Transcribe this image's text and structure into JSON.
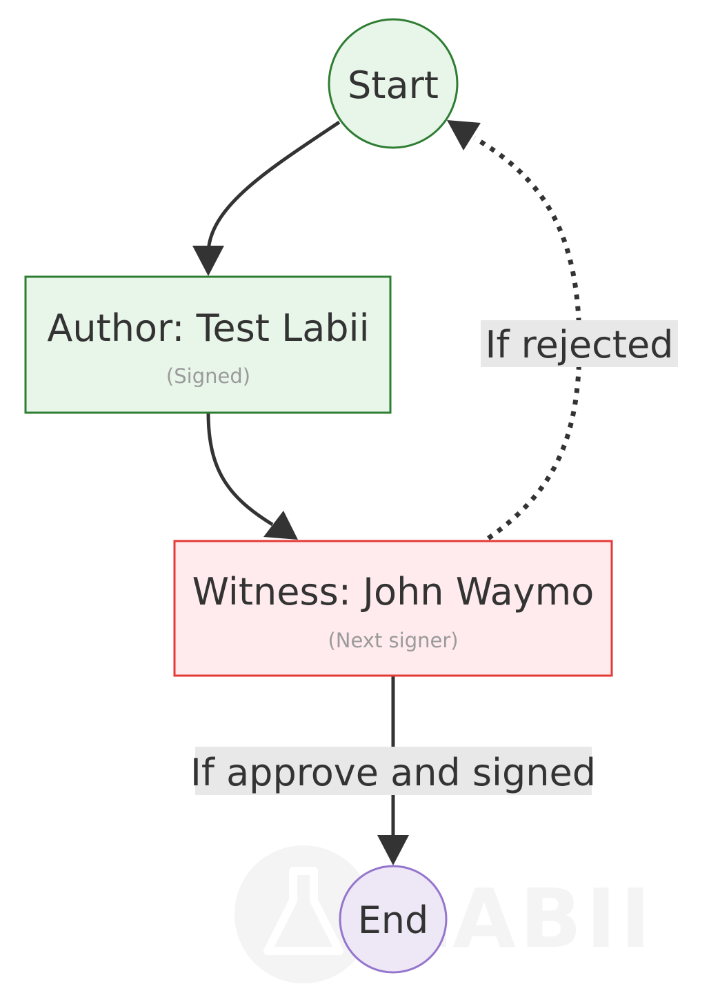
{
  "diagram": {
    "nodes": {
      "start": {
        "label": "Start",
        "fill": "#e8f5e9",
        "stroke": "#2e7d32"
      },
      "author": {
        "label": "Author: Test Labii",
        "sublabel": "(Signed)",
        "fill": "#e8f5e9",
        "stroke": "#2e7d32"
      },
      "witness": {
        "label": "Witness: John Waymo",
        "sublabel": "(Next signer)",
        "fill": "#ffebee",
        "stroke": "#e53935"
      },
      "end": {
        "label": "End",
        "fill": "#ede7f6",
        "stroke": "#9575cd"
      }
    },
    "edges": {
      "rejected_label": "If rejected",
      "approved_label": "If approve and signed"
    },
    "edge_color": "#333333",
    "label_background": "#e8e8e8"
  },
  "watermark": {
    "text": "LABII",
    "color": "#f4f4f4"
  }
}
